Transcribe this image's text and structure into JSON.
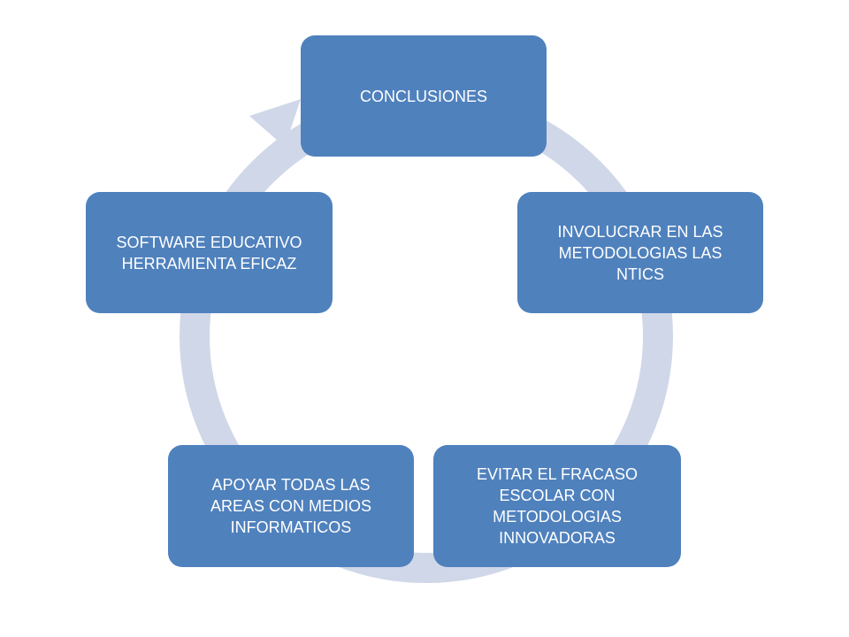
{
  "diagram": {
    "nodes": [
      {
        "id": "conclusiones",
        "label": "CONCLUSIONES"
      },
      {
        "id": "involucrar",
        "label": "INVOLUCRAR EN LAS\nMETODOLOGIAS LAS\nNTICS"
      },
      {
        "id": "evitar",
        "label": "EVITAR EL FRACASO\nESCOLAR CON\nMETODOLOGIAS\nINNOVADORAS"
      },
      {
        "id": "apoyar",
        "label": "APOYAR TODAS LAS\nAREAS CON MEDIOS\nINFORMATICOS"
      },
      {
        "id": "software",
        "label": "SOFTWARE EDUCATIVO\nHERRAMIENTA EFICAZ"
      }
    ],
    "colors": {
      "node_fill": "#4f81bd",
      "arc_fill": "#d0d7e8"
    }
  }
}
